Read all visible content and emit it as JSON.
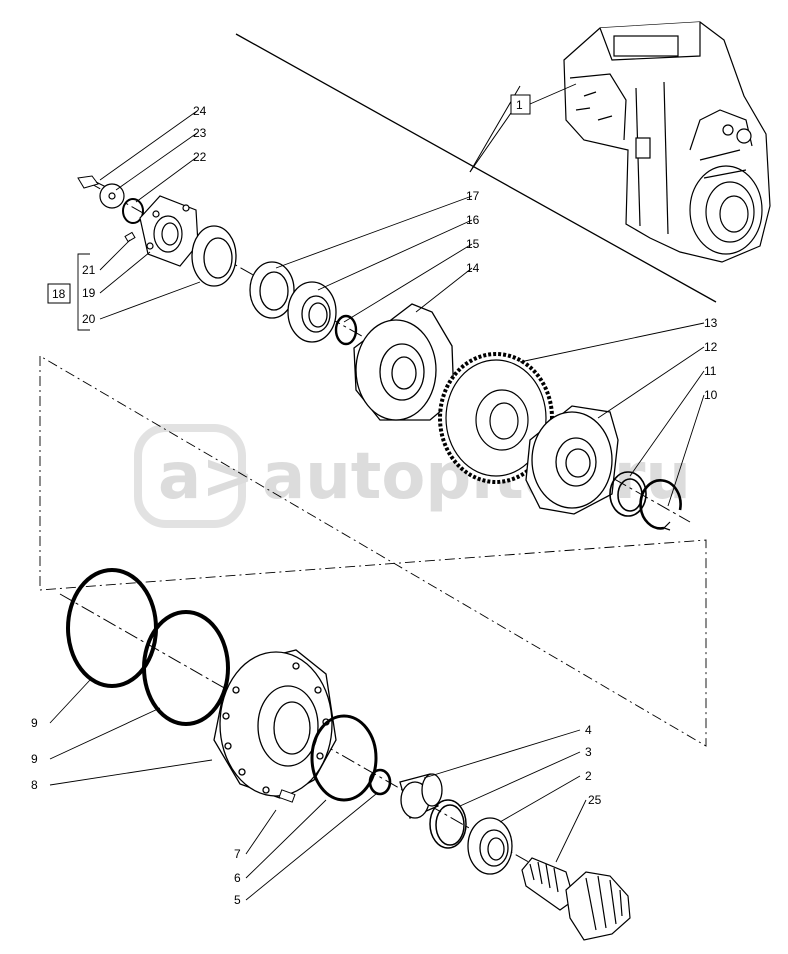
{
  "watermark": "autopiter.ru",
  "callouts": {
    "c1": "1",
    "c2": "2",
    "c3": "3",
    "c4": "4",
    "c5": "5",
    "c6": "6",
    "c7": "7",
    "c8": "8",
    "c9a": "9",
    "c9b": "9",
    "c10": "10",
    "c11": "11",
    "c12": "12",
    "c13": "13",
    "c14": "14",
    "c15": "15",
    "c16": "16",
    "c17": "17",
    "c18": "18",
    "c19": "19",
    "c20": "20",
    "c21": "21",
    "c22": "22",
    "c23": "23",
    "c24": "24",
    "c25": "25"
  }
}
